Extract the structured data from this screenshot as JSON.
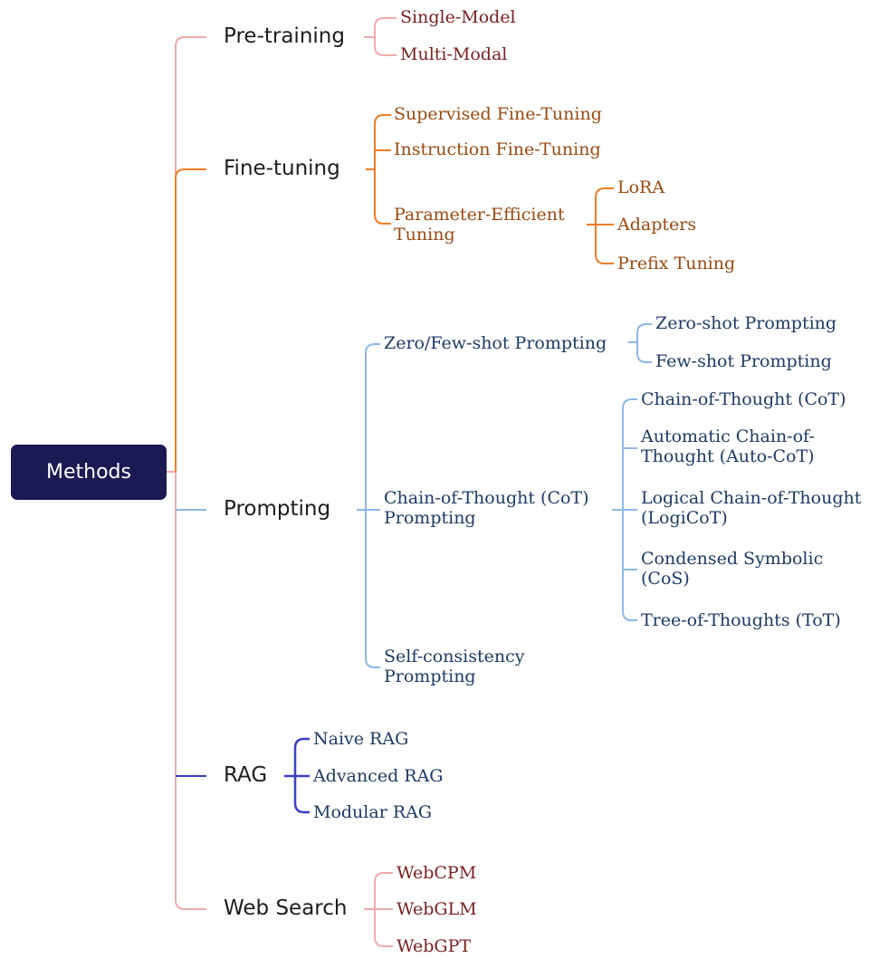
{
  "root": {
    "label": "Methods"
  },
  "colors": {
    "pink": "#f2a9a9",
    "orange": "#f07c24",
    "light_blue": "#8db7ec",
    "indigo": "#3b3fc7",
    "root_bg": "#1b1a53"
  },
  "branches": {
    "pretraining": {
      "label": "Pre-training",
      "children": [
        "Single-Model",
        "Multi-Modal"
      ]
    },
    "finetuning": {
      "label": "Fine-tuning",
      "children": [
        "Supervised Fine-Tuning",
        "Instruction Fine-Tuning",
        "Parameter-Efficient\nTuning"
      ],
      "pet_children": [
        "LoRA",
        "Adapters",
        "Prefix Tuning"
      ]
    },
    "prompting": {
      "label": "Prompting",
      "children": [
        "Zero/Few-shot Prompting",
        "Chain-of-Thought (CoT)\nPrompting",
        "Self-consistency\nPrompting"
      ],
      "zfs_children": [
        "Zero-shot Prompting",
        "Few-shot Prompting"
      ],
      "cot_children": [
        "Chain-of-Thought (CoT)",
        "Automatic Chain-of-\nThought (Auto-CoT)",
        "Logical Chain-of-Thought\n(LogiCoT)",
        "Condensed Symbolic\n(CoS)",
        "Tree-of-Thoughts (ToT)"
      ]
    },
    "rag": {
      "label": "RAG",
      "children": [
        "Naive RAG",
        "Advanced RAG",
        "Modular RAG"
      ]
    },
    "websearch": {
      "label": "Web Search",
      "children": [
        "WebCPM",
        "WebGLM",
        "WebGPT"
      ]
    }
  }
}
